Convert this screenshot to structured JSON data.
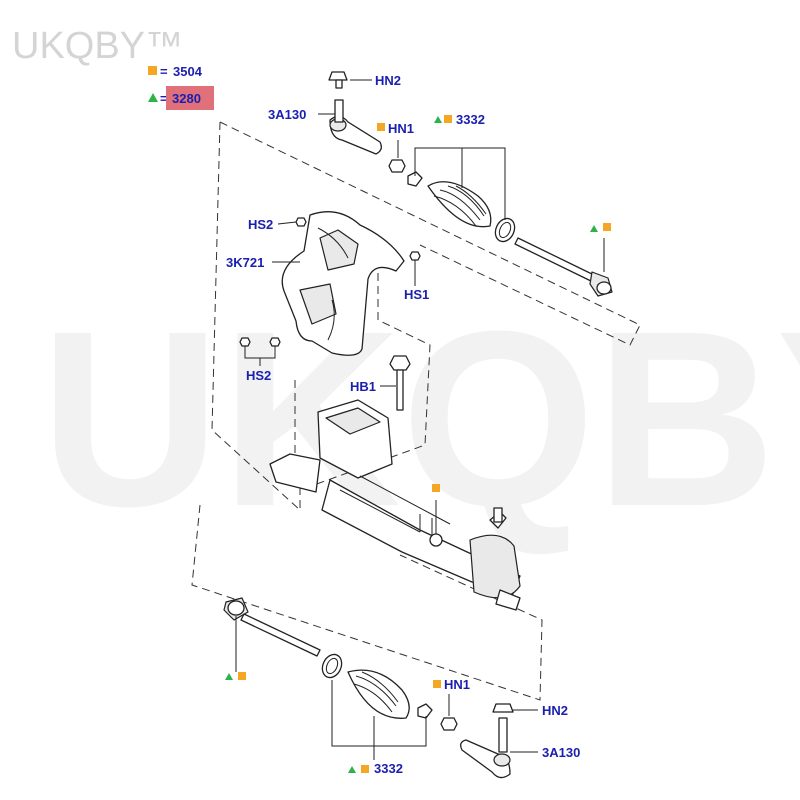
{
  "watermark": {
    "corner_text": "UKQBY™",
    "center_text": "UKQBY™"
  },
  "legend": {
    "square_code": "3504",
    "triangle_code": "3280",
    "equals": "=",
    "square_color": "#f5a623",
    "triangle_color": "#2db34a",
    "highlight_color": "#e0707a"
  },
  "labels": {
    "hn2_top": "HN2",
    "a130_top": "3A130",
    "hn1_top": "HN1",
    "b3332_top": "3332",
    "hs2_upper": "HS2",
    "k721": "3K721",
    "hs1": "HS1",
    "hs2_lower": "HS2",
    "hb1": "HB1",
    "hn1_bottom": "HN1",
    "hn2_bottom": "HN2",
    "a130_bottom": "3A130",
    "b3332_bottom": "3332"
  },
  "colors": {
    "label": "#1a1fb0",
    "line": "#222222"
  }
}
